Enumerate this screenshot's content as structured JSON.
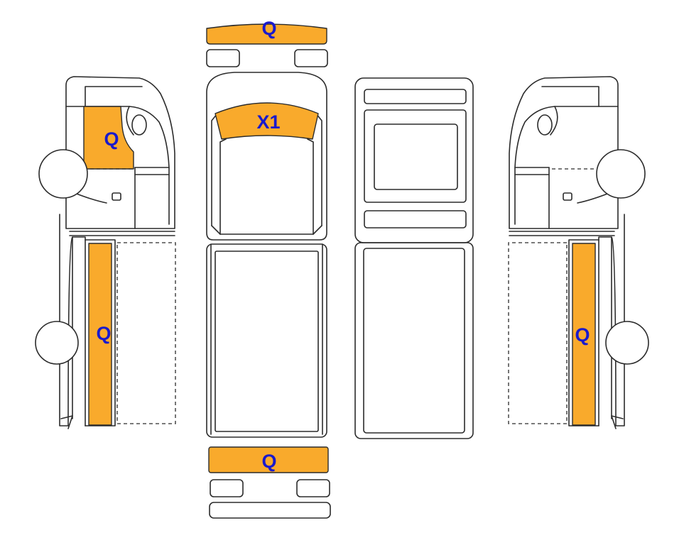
{
  "colors": {
    "zone_fill": "#f9aa2c",
    "label": "#1a1acc",
    "outline": "#2b2b2b"
  },
  "zones": [
    {
      "id": "front-bumper",
      "label": "Q"
    },
    {
      "id": "windshield",
      "label": "X1"
    },
    {
      "id": "left-door-window",
      "label": "Q"
    },
    {
      "id": "left-side-body",
      "label": "Q"
    },
    {
      "id": "right-side-body",
      "label": "Q"
    },
    {
      "id": "rear-bumper",
      "label": "Q"
    }
  ]
}
